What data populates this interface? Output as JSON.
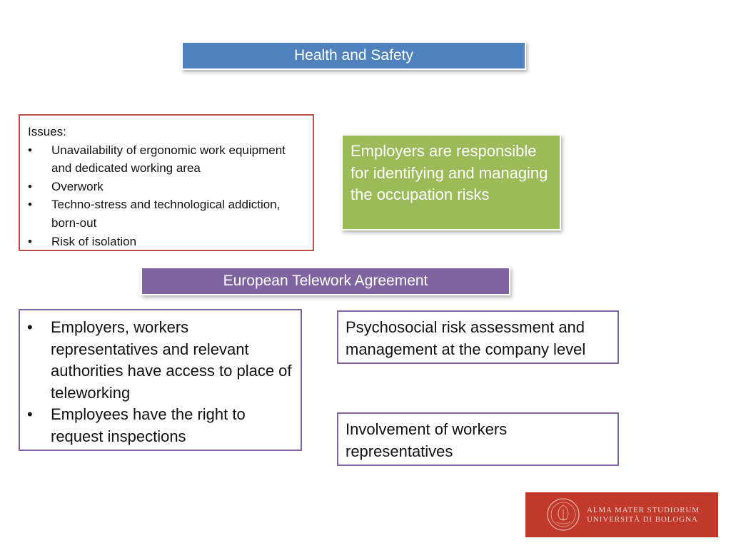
{
  "health_banner": {
    "label": "Health and Safety"
  },
  "issues_box": {
    "heading": "Issues:",
    "items": [
      "Unavailability of ergonomic work equipment and dedicated working area",
      "Overwork",
      "Techno-stress and technological addiction, born-out",
      "Risk of isolation"
    ]
  },
  "employers_box": {
    "text": "Employers are responsible for identifying and managing the occupation risks"
  },
  "agreement_banner": {
    "label": "European Telework Agreement"
  },
  "rights_box": {
    "items": [
      "Employers, workers representatives and relevant authorities have access to place of teleworking",
      "Employees have the right to request inspections"
    ]
  },
  "psychosocial_box": {
    "text": "Psychosocial risk assessment and management at the company level"
  },
  "involvement_box": {
    "text": "Involvement of workers representatives"
  },
  "logo": {
    "line1": "ALMA MATER STUDIORUM",
    "line2": "UNIVERSITÀ DI BOLOGNA",
    "panel_color": "#c0392b"
  },
  "colors": {
    "blue_banner": "#4f81bd",
    "purple_banner": "#8064a2",
    "green_box": "#9bbb59",
    "red_border": "#c0504d",
    "purple_border": "#8064a2"
  }
}
